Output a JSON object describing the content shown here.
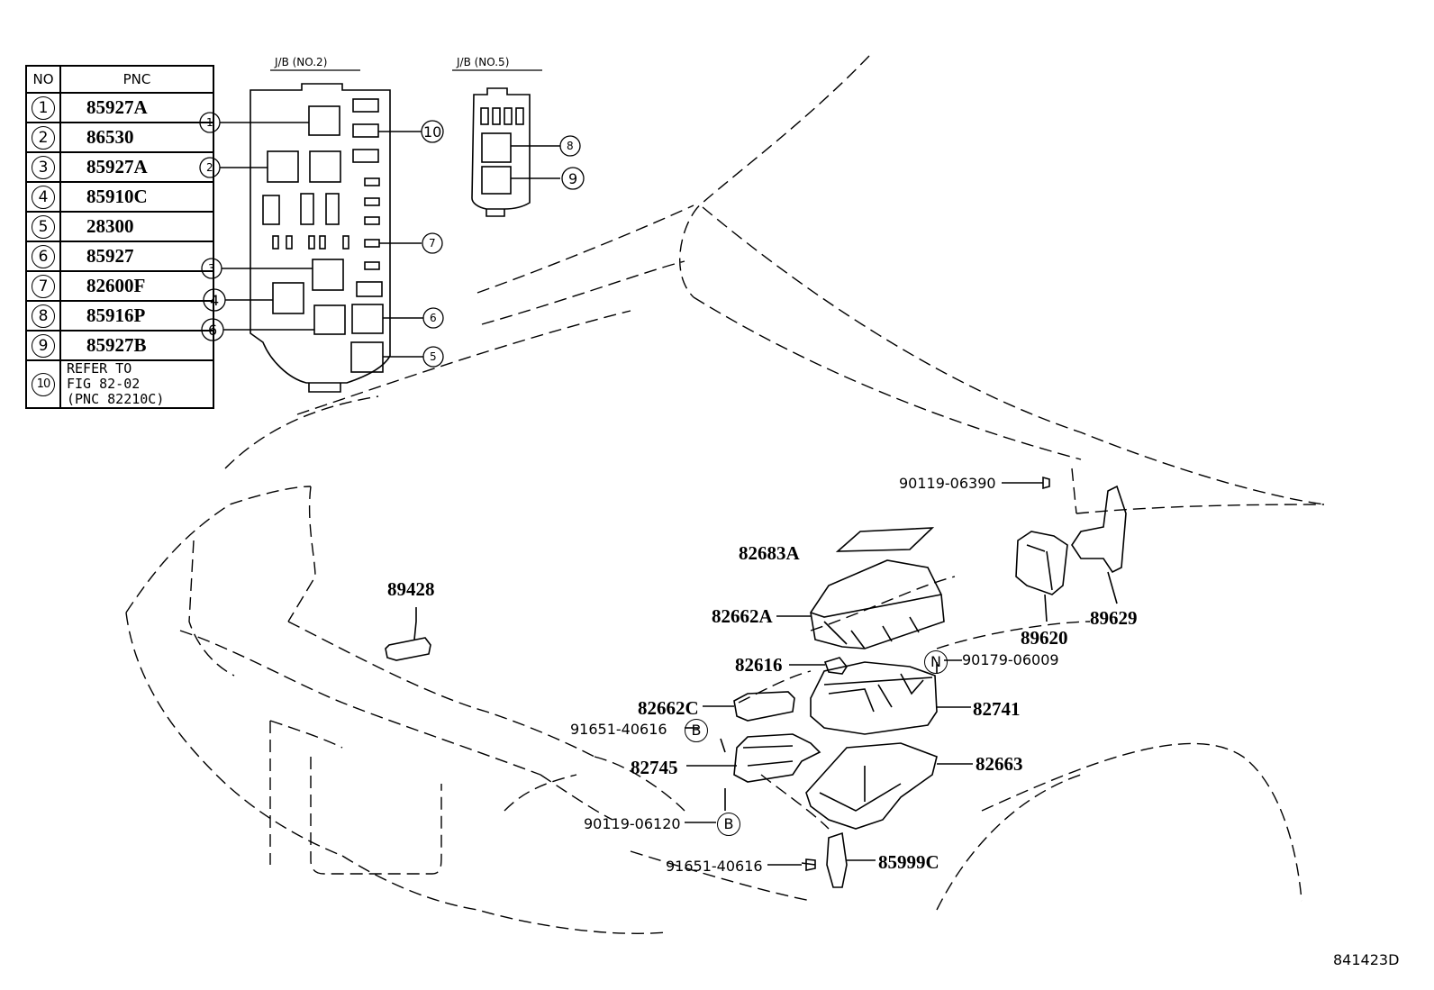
{
  "table": {
    "header_no": "NO",
    "header_pnc": "PNC",
    "rows": [
      {
        "no": "1",
        "pnc": "85927A"
      },
      {
        "no": "2",
        "pnc": "86530"
      },
      {
        "no": "3",
        "pnc": "85927A"
      },
      {
        "no": "4",
        "pnc": "85910C"
      },
      {
        "no": "5",
        "pnc": "28300"
      },
      {
        "no": "6",
        "pnc": "85927"
      },
      {
        "no": "7",
        "pnc": "82600F"
      },
      {
        "no": "8",
        "pnc": "85916P"
      },
      {
        "no": "9",
        "pnc": "85927B"
      }
    ],
    "row10": {
      "no": "10",
      "line1": "REFER TO",
      "line2": "FIG 82-02",
      "line3": "(PNC 82210C)"
    }
  },
  "insets": {
    "jb2_title": "J/B (NO.2)",
    "jb5_title": "J/B (NO.5)",
    "callouts": [
      "1",
      "2",
      "3",
      "4",
      "6",
      "10",
      "7",
      "6",
      "5",
      "8",
      "9"
    ]
  },
  "parts": {
    "p89428": "89428",
    "p90119_06390": "90119-06390",
    "p82683A": "82683A",
    "p82662A": "82662A",
    "p89620": "89620",
    "p89629": "89629",
    "p82616": "82616",
    "p90179_06009": "90179-06009",
    "n_mark": "N",
    "p82662C": "82662C",
    "p82741": "82741",
    "p91651_40616_a": "91651-40616",
    "b_mark_a": "B",
    "p82745": "82745",
    "p82663": "82663",
    "p90119_06120": "90119-06120",
    "b_mark_b": "B",
    "p91651_40616_b": "91651-40616",
    "p85999C": "85999C"
  },
  "figure_id": "841423D"
}
